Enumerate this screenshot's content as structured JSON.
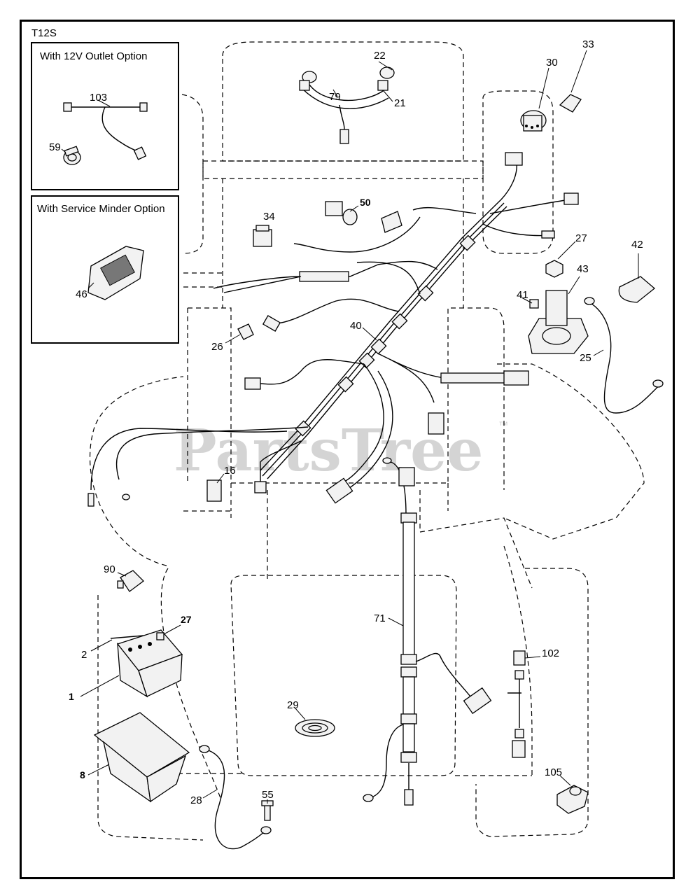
{
  "diagram_code": "T12S",
  "inset_12v": {
    "title": "With 12V Outlet Option",
    "parts": [
      "103",
      "59"
    ]
  },
  "inset_service": {
    "title": "With Service Minder Option",
    "parts": [
      "46"
    ]
  },
  "watermark": {
    "text": "PartsTree",
    "mark": "™"
  },
  "callouts": {
    "p22": "22",
    "p79": "79",
    "p21": "21",
    "p30": "30",
    "p33": "33",
    "p34": "34",
    "p50": "50",
    "p27a": "27",
    "p42": "42",
    "p43": "43",
    "p41": "41",
    "p40": "40",
    "p26": "26",
    "p25": "25",
    "p16": "16",
    "p90": "90",
    "p27b": "27",
    "p2": "2",
    "p1": "1",
    "p71": "71",
    "p102": "102",
    "p29": "29",
    "p8": "8",
    "p28": "28",
    "p55": "55",
    "p105": "105",
    "p103": "103",
    "p59": "59",
    "p46": "46"
  }
}
